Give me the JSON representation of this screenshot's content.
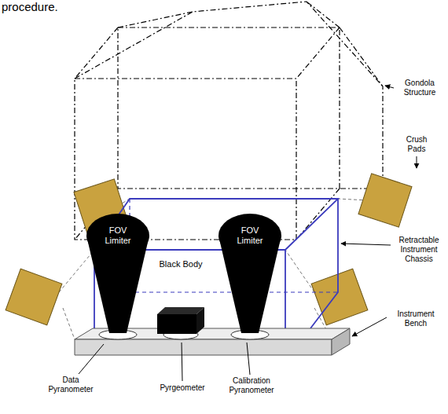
{
  "diagram": {
    "nodes": [
      {
        "text": [
          "FOV Limiter"
        ]
      },
      {
        "text": [
          "FOV Limiter"
        ]
      }
    ],
    "labels": [
      "procedure.",
      "Gondola Structure",
      "Crush Pads",
      "Retractable Instrument Chassis",
      "Black Body",
      "Instrument Bench",
      "Data Pyranometer",
      "Pyrgeometer",
      "Calibration Pyranometer"
    ]
  }
}
